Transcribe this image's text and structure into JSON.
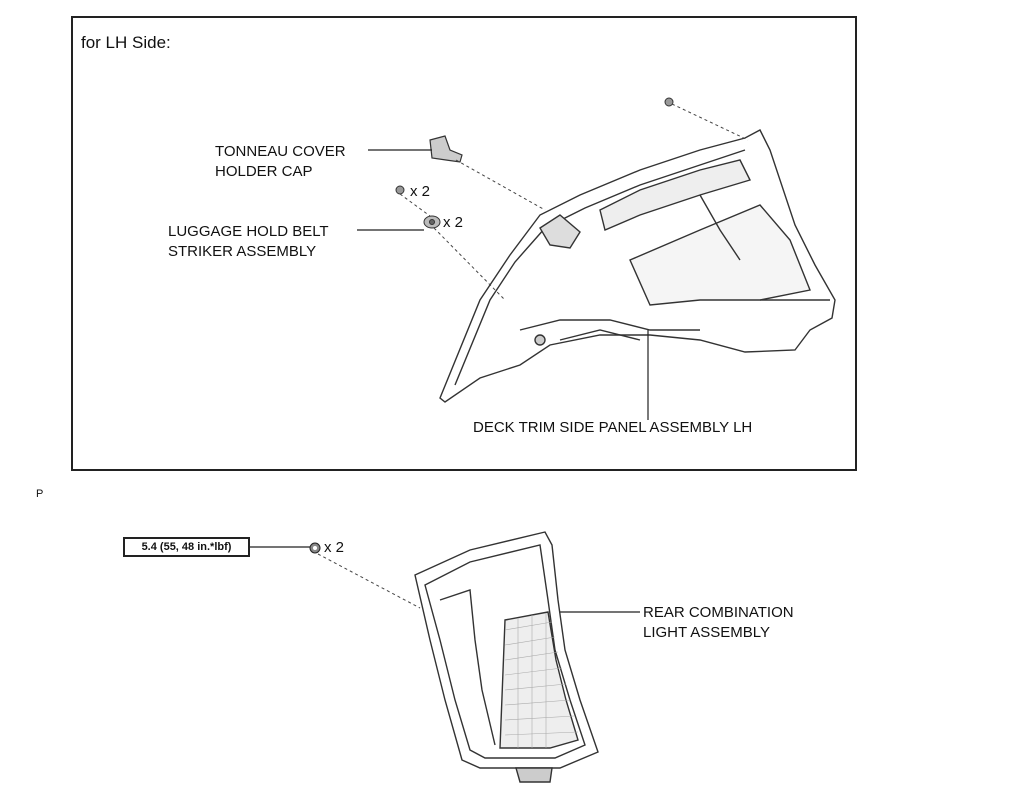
{
  "panel_title": "for LH Side:",
  "labels": {
    "tonneau_line1": "TONNEAU COVER",
    "tonneau_line2": "HOLDER CAP",
    "luggage_line1": "LUGGAGE HOLD BELT",
    "luggage_line2": "STRIKER ASSEMBLY",
    "qty_bolt": "x 2",
    "qty_striker": "x 2",
    "deck_trim": "DECK TRIM SIDE PANEL ASSEMBLY LH",
    "rear_line1": "REAR COMBINATION",
    "rear_line2": "LIGHT ASSEMBLY",
    "qty_nut": "x 2"
  },
  "torque_spec": "5.4 (55, 48 in.*lbf)",
  "page_marker": "P"
}
